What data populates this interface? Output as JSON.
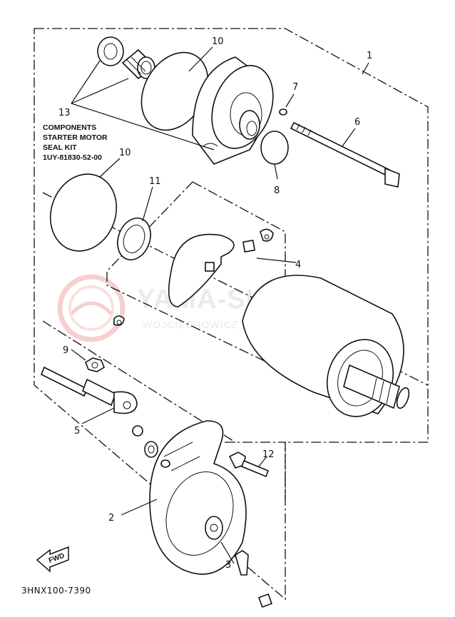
{
  "diagram": {
    "callouts": [
      {
        "id": "c1",
        "text": "1"
      },
      {
        "id": "c2",
        "text": "2"
      },
      {
        "id": "c3",
        "text": "3"
      },
      {
        "id": "c4",
        "text": "4"
      },
      {
        "id": "c5",
        "text": "5"
      },
      {
        "id": "c6",
        "text": "6"
      },
      {
        "id": "c7",
        "text": "7"
      },
      {
        "id": "c8",
        "text": "8"
      },
      {
        "id": "c9",
        "text": "9"
      },
      {
        "id": "c10a",
        "text": "10"
      },
      {
        "id": "c10b",
        "text": "10"
      },
      {
        "id": "c11",
        "text": "11"
      },
      {
        "id": "c12",
        "text": "12"
      },
      {
        "id": "c13",
        "text": "13"
      }
    ],
    "kit_caption": [
      "COMPONENTS",
      "STARTER MOTOR",
      "SEAL KIT",
      "1UY-81830-52-00"
    ],
    "fwd_label": "FWD",
    "drawing_code": "3HNX100-7390"
  },
  "watermark": {
    "title": "YAMA-SKLEP.PL",
    "subtitle": "WOJCIECHOWICZ | DEALER YAMAHA",
    "color": "#d9232d"
  }
}
